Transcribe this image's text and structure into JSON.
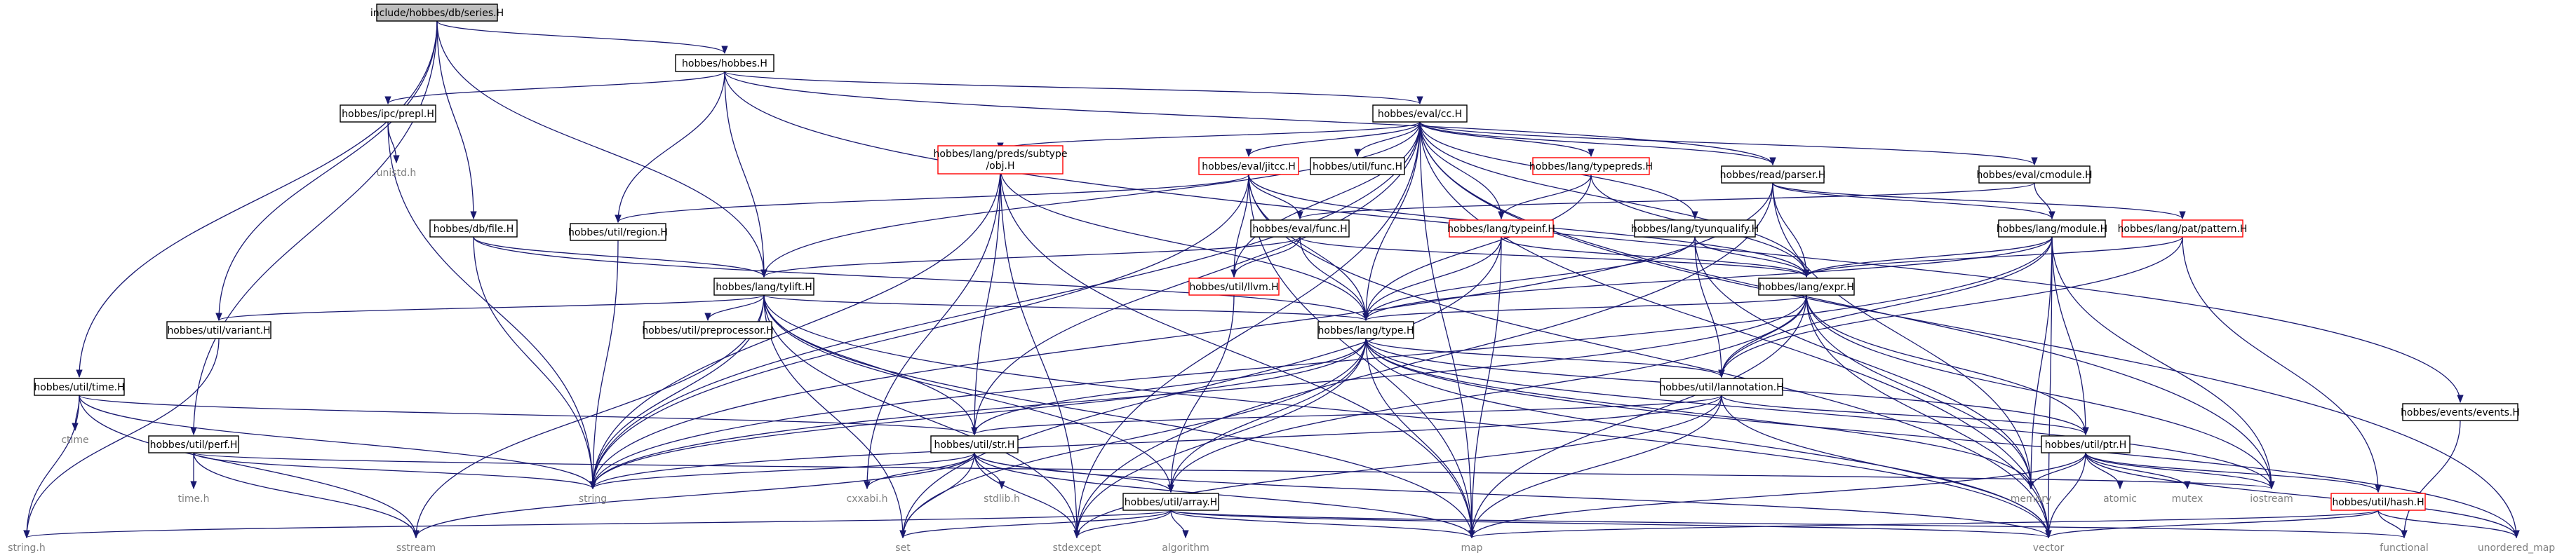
{
  "diagram": {
    "nodes": [
      {
        "id": "series",
        "label": "include/hobbes/db/series.H",
        "kind": "root"
      },
      {
        "id": "hobbes",
        "label": "hobbes/hobbes.H",
        "kind": "header"
      },
      {
        "id": "cc",
        "label": "hobbes/eval/cc.H",
        "kind": "header"
      },
      {
        "id": "prepl",
        "label": "hobbes/ipc/prepl.H",
        "kind": "header"
      },
      {
        "id": "unistd",
        "label": "unistd.h",
        "kind": "system"
      },
      {
        "id": "dbfile",
        "label": "hobbes/db/file.H",
        "kind": "header"
      },
      {
        "id": "preds_subtype_1",
        "label": "hobbes/lang/preds/subtype",
        "kind": "incomplete"
      },
      {
        "id": "preds_subtype_2",
        "label": "/obj.H",
        "kind": "incomplete"
      },
      {
        "id": "jitcc",
        "label": "hobbes/eval/jitcc.H",
        "kind": "incomplete"
      },
      {
        "id": "func",
        "label": "hobbes/util/func.H",
        "kind": "header"
      },
      {
        "id": "typepreds",
        "label": "hobbes/lang/typepreds.H",
        "kind": "incomplete"
      },
      {
        "id": "parser",
        "label": "hobbes/read/parser.H",
        "kind": "header"
      },
      {
        "id": "cmodule",
        "label": "hobbes/eval/cmodule.H",
        "kind": "header"
      },
      {
        "id": "region",
        "label": "hobbes/util/region.H",
        "kind": "header"
      },
      {
        "id": "evalfunc",
        "label": "hobbes/eval/func.H",
        "kind": "header"
      },
      {
        "id": "typeinf",
        "label": "hobbes/lang/typeinf.H",
        "kind": "incomplete"
      },
      {
        "id": "tyunqualify",
        "label": "hobbes/lang/tyunqualify.H",
        "kind": "header"
      },
      {
        "id": "module",
        "label": "hobbes/lang/module.H",
        "kind": "header"
      },
      {
        "id": "patpattern",
        "label": "hobbes/lang/pat/pattern.H",
        "kind": "incomplete"
      },
      {
        "id": "tylift",
        "label": "hobbes/lang/tylift.H",
        "kind": "header"
      },
      {
        "id": "llvm",
        "label": "hobbes/util/llvm.H",
        "kind": "incomplete"
      },
      {
        "id": "expr",
        "label": "hobbes/lang/expr.H",
        "kind": "header"
      },
      {
        "id": "variant",
        "label": "hobbes/util/variant.H",
        "kind": "header"
      },
      {
        "id": "preprocessor",
        "label": "hobbes/util/preprocessor.H",
        "kind": "header"
      },
      {
        "id": "type",
        "label": "hobbes/lang/type.H",
        "kind": "header"
      },
      {
        "id": "time",
        "label": "hobbes/util/time.H",
        "kind": "header"
      },
      {
        "id": "lannotation",
        "label": "hobbes/util/lannotation.H",
        "kind": "header"
      },
      {
        "id": "events",
        "label": "hobbes/events/events.H",
        "kind": "header"
      },
      {
        "id": "ctime",
        "label": "ctime",
        "kind": "system"
      },
      {
        "id": "perf",
        "label": "hobbes/util/perf.H",
        "kind": "header"
      },
      {
        "id": "str",
        "label": "hobbes/util/str.H",
        "kind": "header"
      },
      {
        "id": "ptr",
        "label": "hobbes/util/ptr.H",
        "kind": "header"
      },
      {
        "id": "timeh",
        "label": "time.h",
        "kind": "system"
      },
      {
        "id": "string",
        "label": "string",
        "kind": "system"
      },
      {
        "id": "cxxabi",
        "label": "cxxabi.h",
        "kind": "system"
      },
      {
        "id": "stdlib",
        "label": "stdlib.h",
        "kind": "system"
      },
      {
        "id": "array",
        "label": "hobbes/util/array.H",
        "kind": "header"
      },
      {
        "id": "memory",
        "label": "memory",
        "kind": "system"
      },
      {
        "id": "atomic",
        "label": "atomic",
        "kind": "system"
      },
      {
        "id": "mutex",
        "label": "mutex",
        "kind": "system"
      },
      {
        "id": "iostream",
        "label": "iostream",
        "kind": "system"
      },
      {
        "id": "hash",
        "label": "hobbes/util/hash.H",
        "kind": "incomplete"
      },
      {
        "id": "stringh",
        "label": "string.h",
        "kind": "system"
      },
      {
        "id": "sstream",
        "label": "sstream",
        "kind": "system"
      },
      {
        "id": "set",
        "label": "set",
        "kind": "system"
      },
      {
        "id": "stdexcept",
        "label": "stdexcept",
        "kind": "system"
      },
      {
        "id": "algorithm",
        "label": "algorithm",
        "kind": "system"
      },
      {
        "id": "map",
        "label": "map",
        "kind": "system"
      },
      {
        "id": "vector",
        "label": "vector",
        "kind": "system"
      },
      {
        "id": "functional",
        "label": "functional",
        "kind": "system"
      },
      {
        "id": "unordered_map",
        "label": "unordered_map",
        "kind": "system"
      }
    ]
  },
  "colors": {
    "edge": "#191970",
    "root_fill": "#bfbfbf",
    "incomplete_border": "#ff0000",
    "system_text": "#808080"
  }
}
